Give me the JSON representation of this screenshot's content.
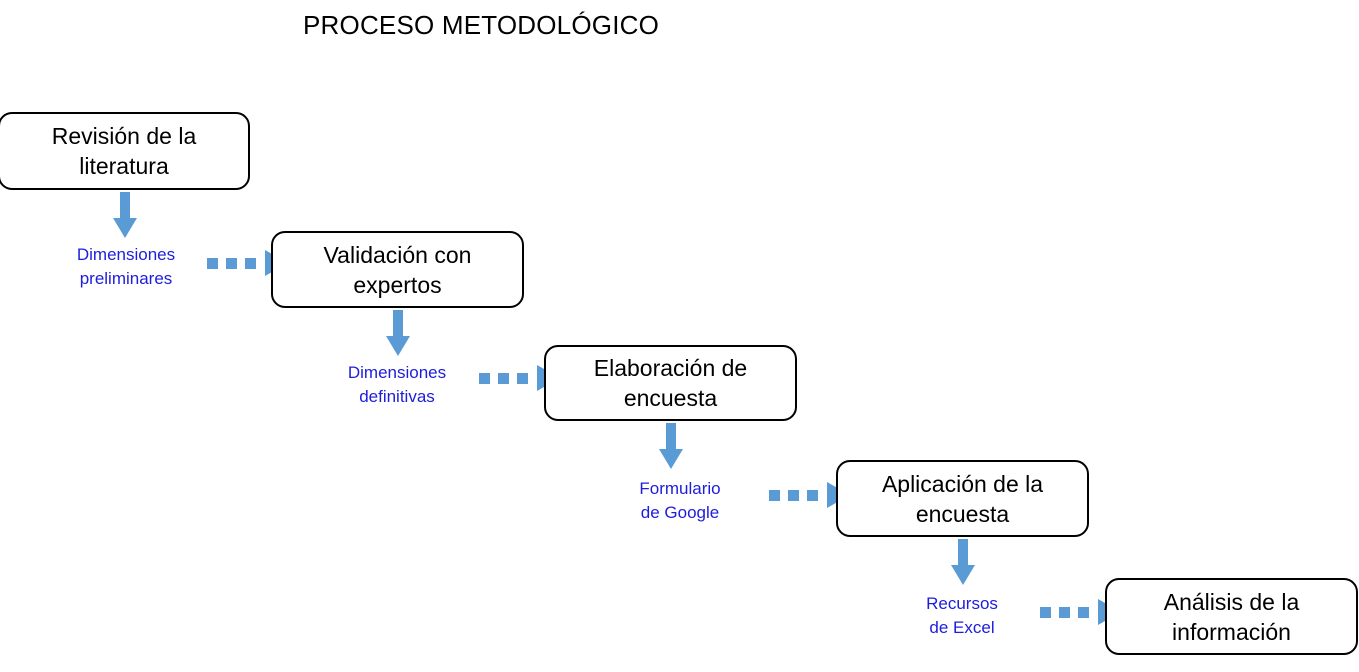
{
  "diagram": {
    "title": "PROCESO METODOLÓGICO",
    "type": "flowchart",
    "orientation": "cascading-diagonal",
    "colors": {
      "box_border": "#000000",
      "box_fill": "#ffffff",
      "box_text": "#000000",
      "arrow": "#5b9bd5",
      "connector_label_text": "#1d1ddd",
      "background": "#ffffff"
    },
    "steps": [
      {
        "id": "step-1",
        "label": "Revisión de la\nliteratura"
      },
      {
        "id": "step-2",
        "label": "Validación con\nexpertos"
      },
      {
        "id": "step-3",
        "label": "Elaboración de\nencuesta"
      },
      {
        "id": "step-4",
        "label": "Aplicación de la\nencuesta"
      },
      {
        "id": "step-5",
        "label": "Análisis de la\ninformación"
      }
    ],
    "connector_labels": [
      {
        "id": "conn-1",
        "label": "Dimensiones\npreliminares",
        "from": "step-1",
        "to": "step-2"
      },
      {
        "id": "conn-2",
        "label": "Dimensiones\ndefinitivas",
        "from": "step-2",
        "to": "step-3"
      },
      {
        "id": "conn-3",
        "label": "Formulario\nde Google",
        "from": "step-3",
        "to": "step-4"
      },
      {
        "id": "conn-4",
        "label": "Recursos\nde Excel",
        "from": "step-4",
        "to": "step-5"
      }
    ]
  }
}
